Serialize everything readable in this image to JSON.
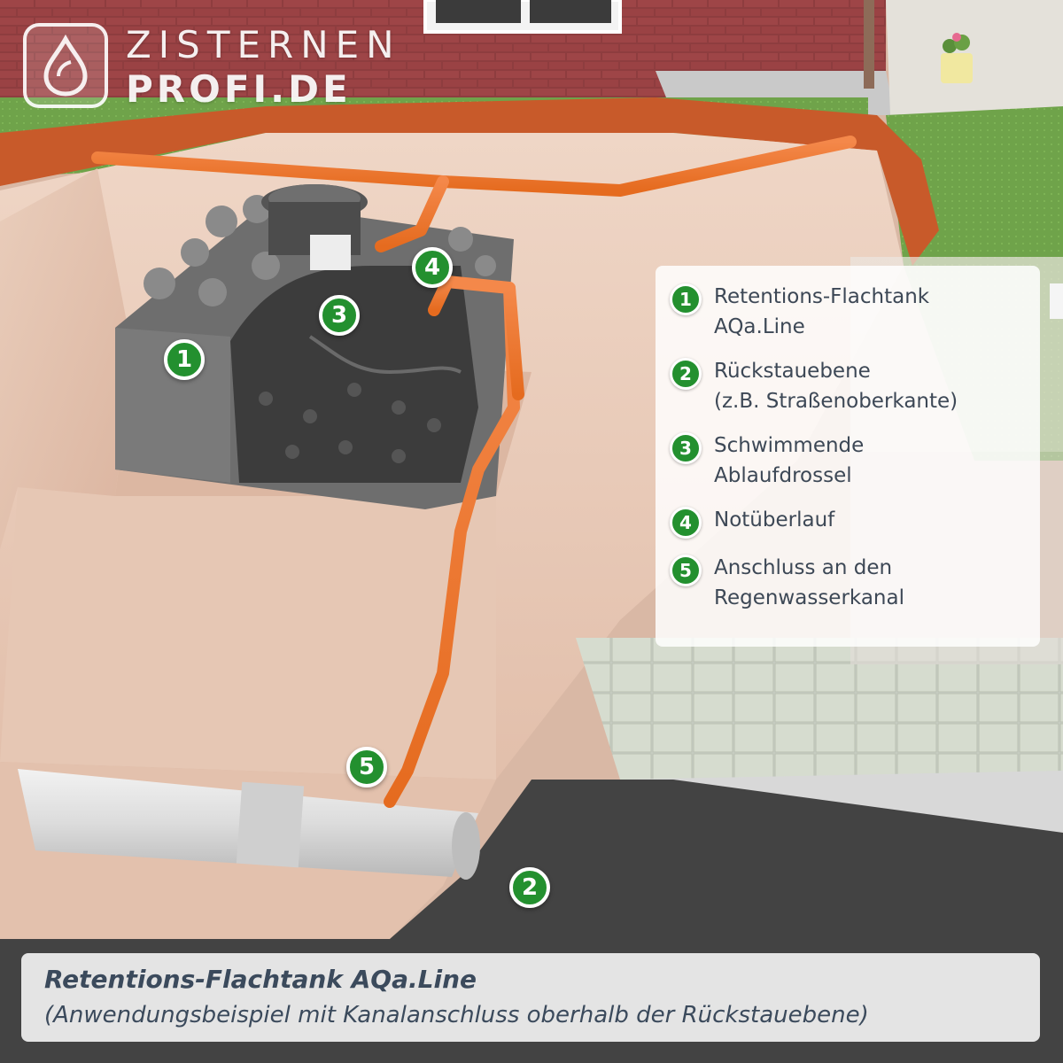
{
  "logo": {
    "line1": "ZISTERNEN",
    "line2": "PROFI.DE"
  },
  "markers": [
    {
      "id": "1",
      "label": "1"
    },
    {
      "id": "2",
      "label": "2"
    },
    {
      "id": "3",
      "label": "3"
    },
    {
      "id": "4",
      "label": "4"
    },
    {
      "id": "5",
      "label": "5"
    }
  ],
  "legend": {
    "items": [
      {
        "num": "1",
        "line1": "Retentions-Flachtank",
        "line2": "AQa.Line"
      },
      {
        "num": "2",
        "line1": "Rückstauebene",
        "line2": "(z.B. Straßenoberkante)"
      },
      {
        "num": "3",
        "line1": "Schwimmende",
        "line2": "Ablaufdrossel"
      },
      {
        "num": "4",
        "line1": "Notüberlauf",
        "line2": ""
      },
      {
        "num": "5",
        "line1": "Anschluss an den",
        "line2": "Regenwasserkanal"
      }
    ]
  },
  "caption": {
    "title": "Retentions-Flachtank AQa.Line",
    "subtitle": "(Anwendungsbeispiel mit Kanalanschluss oberhalb der Rückstauebene)"
  },
  "colors": {
    "accent_green": "#23902f",
    "pipe_orange": "#f07a2e",
    "tank_gray": "#6b6b6b",
    "road_asphalt": "#3f3f3f",
    "soil": "#e7c9b7",
    "text": "#3d4856"
  }
}
